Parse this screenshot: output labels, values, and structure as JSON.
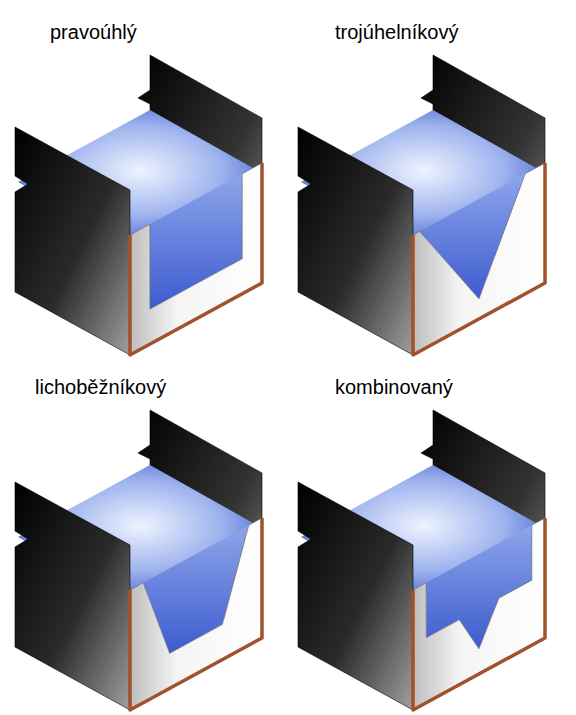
{
  "diagram": {
    "labels": [
      "pravoúhlý",
      "trojúhelníkový",
      "lichoběžníkový",
      "kombinovaný"
    ]
  }
}
